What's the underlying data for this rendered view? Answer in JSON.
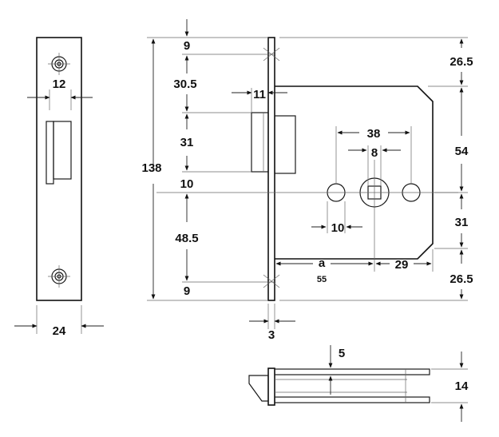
{
  "dimensions": {
    "faceplate_hole_spacing": "12",
    "faceplate_width": "24",
    "top_to_strike": "9",
    "strike_to_latch": "30.5",
    "latch_projection": "11",
    "latch_height": "31",
    "latch_to_spindle": "10",
    "overall_height": "138",
    "spindle_to_bottom": "48.5",
    "bottom_to_strike": "9",
    "plate_thickness": "3",
    "case_top_chamfer": "26.5",
    "case_upper": "54",
    "case_lower": "31",
    "case_bottom_chamfer": "26.5",
    "fixing_hole_spacing": "38",
    "spindle_size": "8",
    "hole_offset": "10",
    "backset_label": "a",
    "backset_value": "55",
    "spindle_to_back": "29",
    "side_offset": "5",
    "case_depth": "14"
  }
}
